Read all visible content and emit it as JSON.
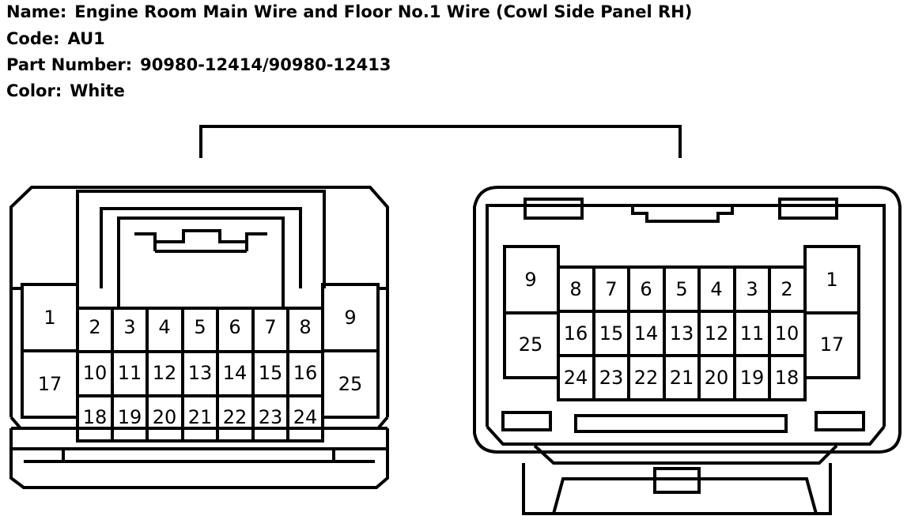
{
  "header": {
    "name_label": "Name:",
    "name_value": "Engine Room Main Wire and Floor No.1 Wire (Cowl Side Panel RH)",
    "code_label": "Code:",
    "code_value": "AU1",
    "part_label": "Part Number:",
    "part_value": "90980-12414/90980-12413",
    "color_label": "Color:",
    "color_value": "White"
  },
  "colors": {
    "line": "#000000",
    "fill": "#ffffff"
  },
  "left_connector": {
    "side_pins": [
      "1",
      "17",
      "9",
      "25"
    ],
    "row_top": [
      "2",
      "3",
      "4",
      "5",
      "6",
      "7",
      "8"
    ],
    "row_mid": [
      "10",
      "11",
      "12",
      "13",
      "14",
      "15",
      "16"
    ],
    "row_bot": [
      "18",
      "19",
      "20",
      "21",
      "22",
      "23",
      "24"
    ]
  },
  "right_connector": {
    "side_pins": [
      "9",
      "25",
      "1",
      "17"
    ],
    "row_top": [
      "8",
      "7",
      "6",
      "5",
      "4",
      "3",
      "2"
    ],
    "row_mid": [
      "16",
      "15",
      "14",
      "13",
      "12",
      "11",
      "10"
    ],
    "row_bot": [
      "24",
      "23",
      "22",
      "21",
      "20",
      "19",
      "18"
    ]
  }
}
